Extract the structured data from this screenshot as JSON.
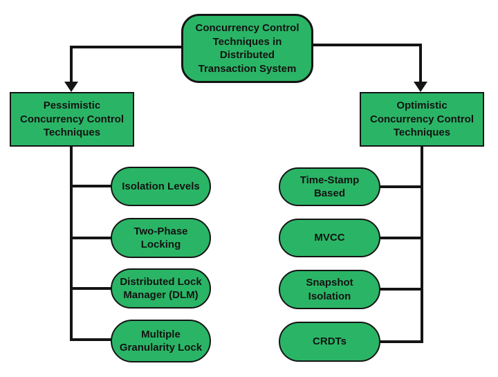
{
  "colors": {
    "node_fill": "#2AB566",
    "node_border": "#141414",
    "text": "#121212",
    "connector": "#141414",
    "background": "#FFFFFF"
  },
  "root": {
    "label": "Concurrency Control\nTechniques in\nDistributed\nTransaction System"
  },
  "left_branch": {
    "label": "Pessimistic\nConcurrency Control\nTechniques",
    "children": [
      {
        "label": "Isolation Levels"
      },
      {
        "label": "Two-Phase\nLocking"
      },
      {
        "label": "Distributed Lock\nManager (DLM)"
      },
      {
        "label": "Multiple\nGranularity Lock"
      }
    ]
  },
  "right_branch": {
    "label": "Optimistic\nConcurrency Control\nTechniques",
    "children": [
      {
        "label": "Time-Stamp\nBased"
      },
      {
        "label": "MVCC"
      },
      {
        "label": "Snapshot\nIsolation"
      },
      {
        "label": "CRDTs"
      }
    ]
  }
}
